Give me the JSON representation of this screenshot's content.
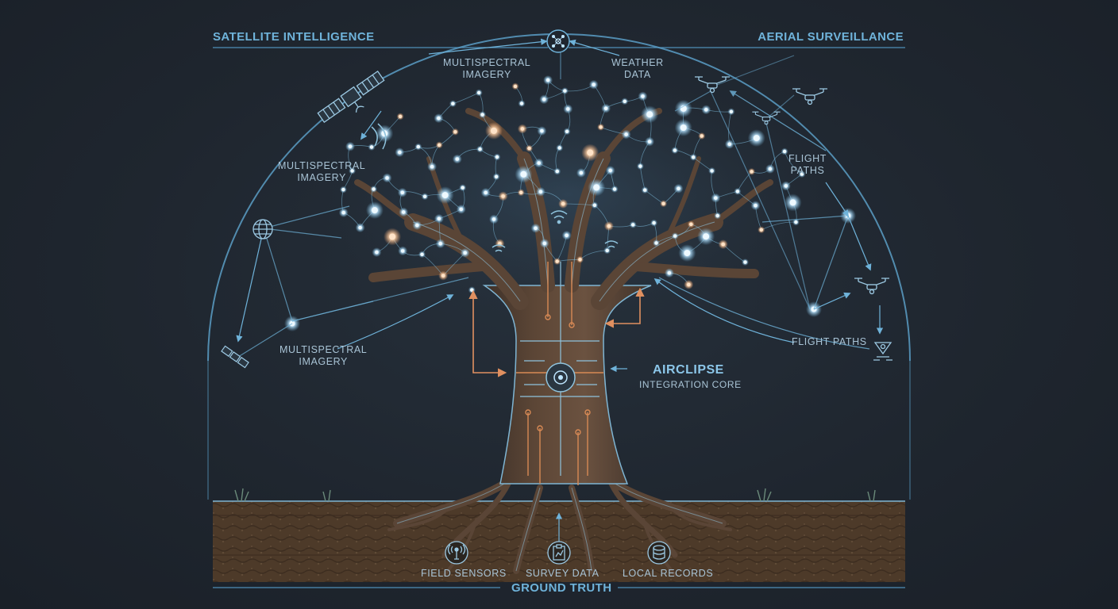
{
  "headers": {
    "satellite": "SATELLITE INTELLIGENCE",
    "aerial": "AERIAL SURVEILLANCE",
    "ground": "GROUND TRUTH"
  },
  "labels": {
    "multispectral_top": [
      "MULTISPECTRAL",
      "IMAGERY"
    ],
    "weather": [
      "WEATHER",
      "DATA"
    ],
    "multispectral_left": [
      "MULTISPECTRAL",
      "IMAGERY"
    ],
    "multispectral_bottom": [
      "MULTISPECTRAL",
      "IMAGERY"
    ],
    "flight_paths_upper": [
      "FLIGHT",
      "PATHS"
    ],
    "flight_paths_lower": "FLIGHT PATHS"
  },
  "core": {
    "title": "AIRCLIPSE",
    "subtitle": "INTEGRATION CORE"
  },
  "ground_sources": {
    "field_sensors": "FIELD SENSORS",
    "survey_data": "SURVEY DATA",
    "local_records": "LOCAL RECORDS"
  },
  "icons": [
    "satellite-icon",
    "globe-icon",
    "small-satellite-icon",
    "hub-icon",
    "drone-icon",
    "location-pin-icon",
    "antenna-icon",
    "clipboard-chart-icon",
    "database-icon"
  ],
  "colors": {
    "background": "#1f262f",
    "accent_blue": "#6fb3da",
    "node_glow": "#cfeeff",
    "node_orange": "#f0a26a",
    "trunk": "#5a4536",
    "soil": "#5b4636",
    "circuit_orange": "#d88a55"
  }
}
